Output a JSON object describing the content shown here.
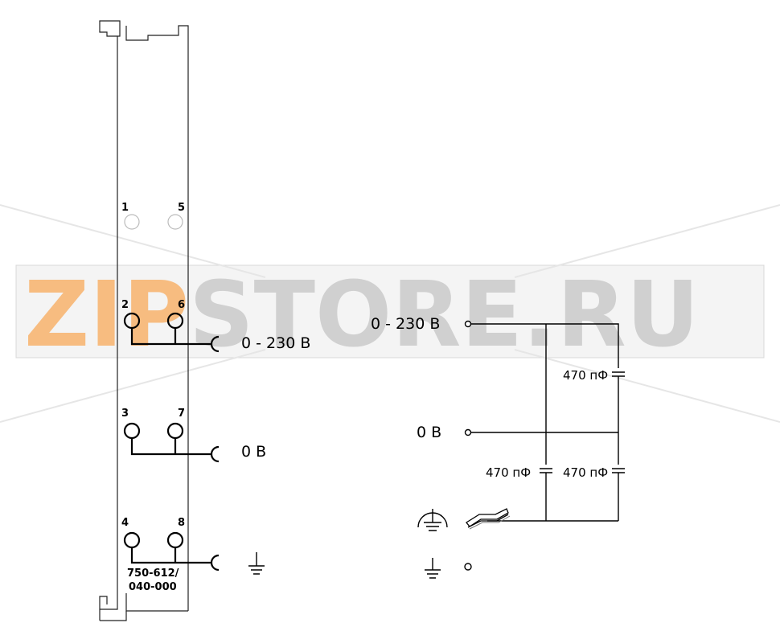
{
  "watermark": {
    "text_prefix": "ZIP",
    "text_suffix": "STORE.RU",
    "prefix_color": "#f7b26b",
    "suffix_color": "#bfbfbf"
  },
  "module": {
    "pins": {
      "p1": "1",
      "p5": "5",
      "p2": "2",
      "p6": "6",
      "p3": "3",
      "p7": "7",
      "p4": "4",
      "p8": "8"
    },
    "model_line1": "750-612/",
    "model_line2": "040-000"
  },
  "left_labels": {
    "supply": "0 - 230 В",
    "zero": "0 В"
  },
  "right_circuit": {
    "supply": "0 - 230 В",
    "zero": "0 В",
    "cap_top": "470 пФ",
    "cap_bottom_left": "470 пФ",
    "cap_bottom_right": "470 пФ"
  },
  "icons": {
    "ground_left": "ground-icon",
    "protective_earth": "protective-earth-icon",
    "din_rail": "din-rail-icon",
    "ground_right": "ground-icon"
  }
}
